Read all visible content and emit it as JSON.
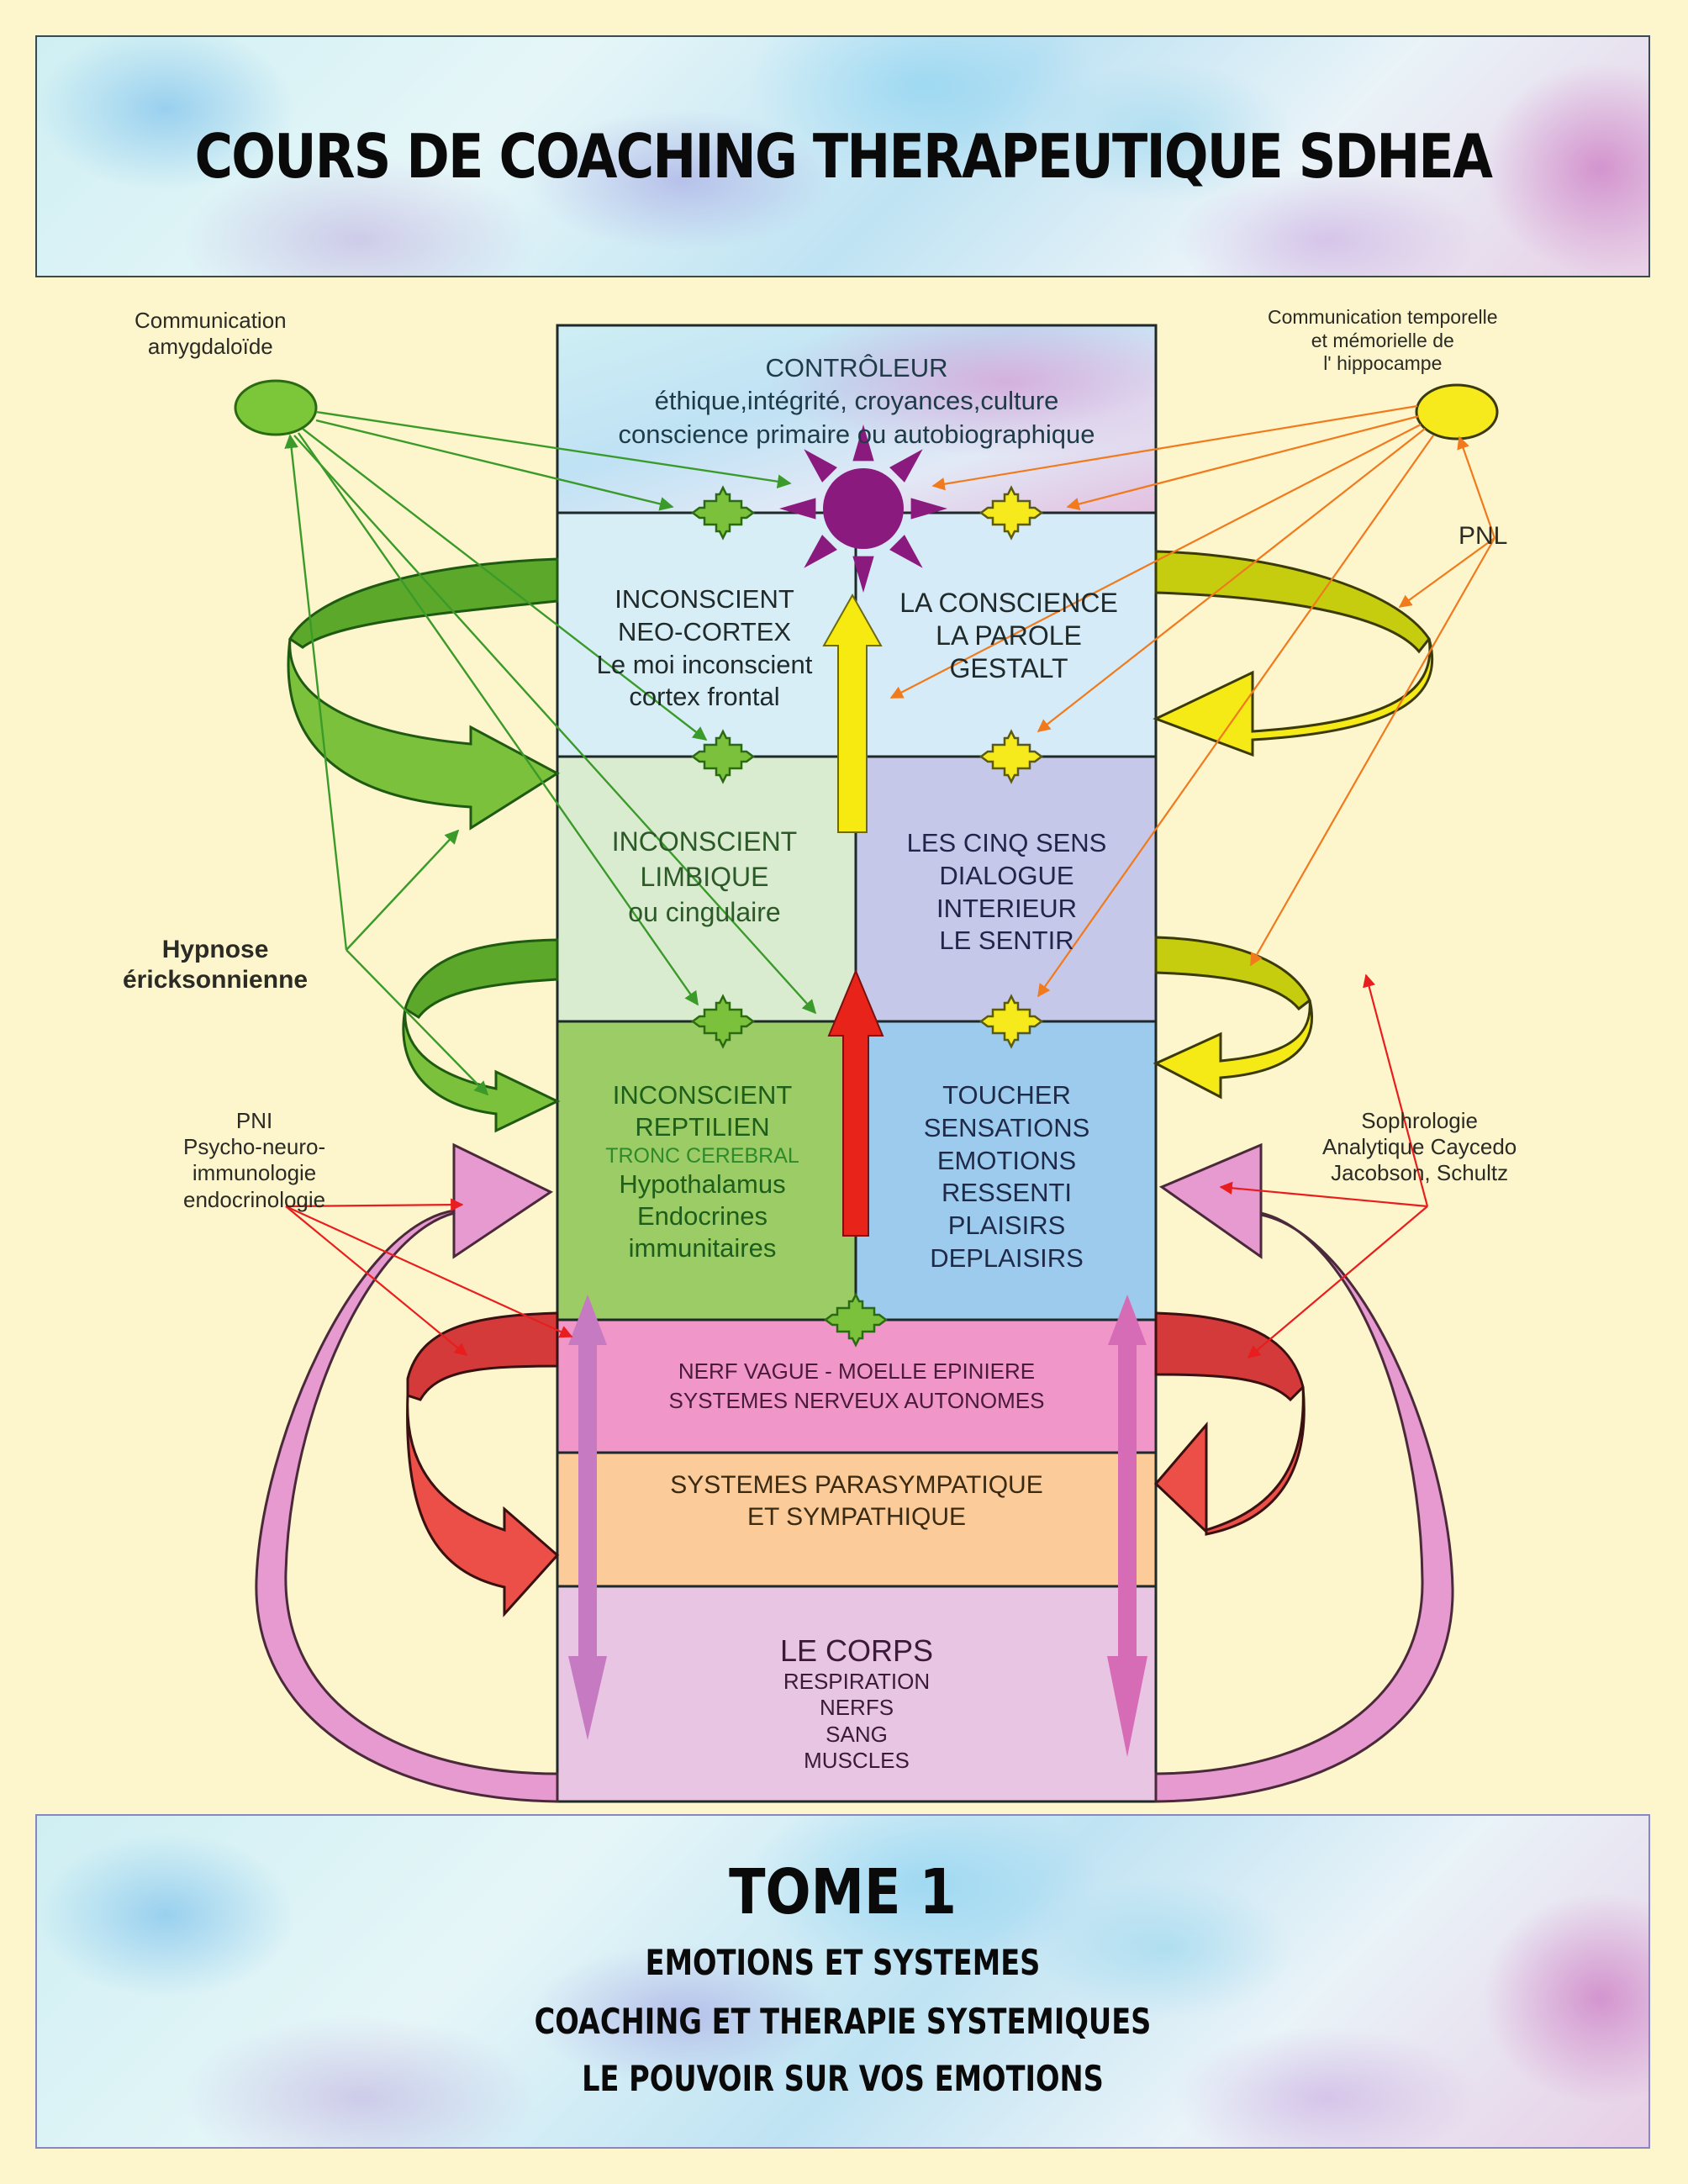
{
  "header": {
    "title": "COURS DE COACHING THERAPEUTIQUE SDHEA"
  },
  "footer": {
    "tome": "TOME 1",
    "lines": [
      "EMOTIONS ET SYSTEMES",
      "COACHING ET THERAPIE SYSTEMIQUES",
      "LE POUVOIR SUR VOS EMOTIONS"
    ]
  },
  "side_labels": {
    "amygdala": [
      "Communication",
      "amygdaloïde"
    ],
    "hippocampus": [
      "Communication temporelle",
      "et mémorielle de",
      "l' hippocampe"
    ],
    "pnl": "PNL",
    "hypnose": [
      "Hypnose",
      "éricksonnienne"
    ],
    "pni": [
      "PNI",
      "Psycho-neuro-",
      "immunologie",
      "endocrinologie"
    ],
    "sophrologie": [
      "Sophrologie",
      "Analytique Caycedo",
      "Jacobson, Schultz"
    ]
  },
  "column": {
    "controleur": {
      "title": "CONTRÔLEUR",
      "lines": [
        "éthique,intégrité, croyances,culture",
        "conscience primaire ou autobiographique"
      ]
    },
    "neocortex": [
      "INCONSCIENT",
      "NEO-CORTEX",
      "Le moi inconscient",
      "cortex frontal"
    ],
    "conscience": [
      "LA CONSCIENCE",
      "LA PAROLE",
      "GESTALT"
    ],
    "limbique": [
      "INCONSCIENT",
      "LIMBIQUE",
      "ou cingulaire"
    ],
    "cinq_sens": [
      "LES CINQ SENS",
      "DIALOGUE",
      "INTERIEUR",
      "LE SENTIR"
    ],
    "reptilien": {
      "title_lines": [
        "INCONSCIENT",
        "REPTILIEN"
      ],
      "subtitle": "TRONC CEREBRAL",
      "lines": [
        "Hypothalamus",
        "Endocrines",
        "immunitaires"
      ]
    },
    "toucher": [
      "TOUCHER",
      "SENSATIONS",
      "EMOTIONS",
      "RESSENTI",
      "PLAISIRS",
      "DEPLAISIRS"
    ],
    "nerf_vague": [
      "NERF VAGUE -  MOELLE EPINIERE",
      "SYSTEMES NERVEUX  AUTONOMES"
    ],
    "parasympatique": [
      "SYSTEMES PARASYMPATIQUE",
      "ET SYMPATHIQUE"
    ],
    "corps": {
      "title": "LE CORPS",
      "lines": [
        "RESPIRATION",
        "NERFS",
        "SANG",
        "MUSCLES"
      ]
    }
  },
  "colors": {
    "page_bg": "#fdf5cb",
    "green_node": "#7cc63a",
    "yellow_node": "#f6ea1c",
    "sun": "#8b1a7e",
    "green_arrow": "#79bf3a",
    "yellow_arrow": "#f4ea14",
    "pink_arrow": "#ec9ad0",
    "red_arrow": "#e9524a",
    "red_up_arrow": "#e8231a",
    "row_neocortex": "#d7eef6",
    "row_limbique": "#daecd0",
    "row_cinq_sens": "#c6c8ea",
    "row_reptilien": "#9ccc66",
    "row_toucher": "#9ccbee",
    "row_nerf": "#f096c8",
    "row_para": "#fbcb99",
    "row_corps": "#e8c5e3"
  }
}
